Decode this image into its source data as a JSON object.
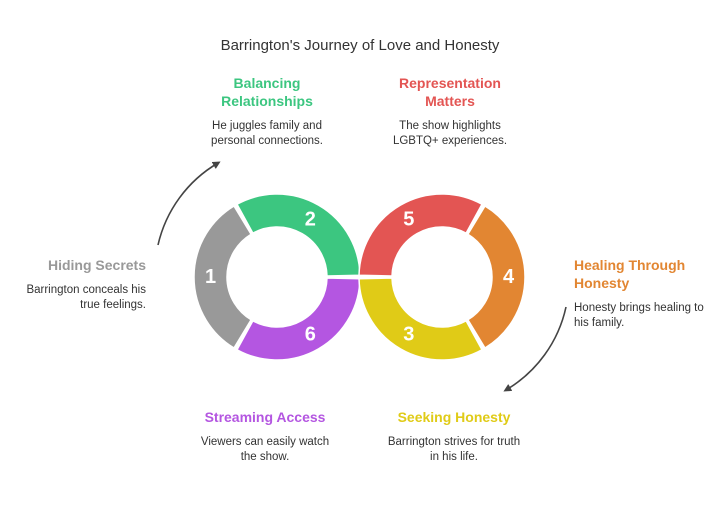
{
  "title": "Barrington's Journey of Love and Honesty",
  "colors": {
    "gray": "#999999",
    "green": "#3cc680",
    "red": "#e35553",
    "orange": "#e28632",
    "yellow": "#e0cb17",
    "purple": "#b456e1",
    "arrow": "#444444"
  },
  "segments": [
    {
      "number": "1",
      "color": "#999999",
      "heading": "Hiding Secrets",
      "description": "Barrington conceals his true feelings."
    },
    {
      "number": "2",
      "color": "#3cc680",
      "heading": "Balancing Relationships",
      "description": "He juggles family and personal connections."
    },
    {
      "number": "3",
      "color": "#e0cb17",
      "heading": "Seeking Honesty",
      "description": "Barrington strives for truth in his life."
    },
    {
      "number": "4",
      "color": "#e28632",
      "heading": "Healing Through Honesty",
      "description": "Honesty brings healing to his family."
    },
    {
      "number": "5",
      "color": "#e35553",
      "heading": "Representation Matters",
      "description": "The show highlights LGBTQ+ experiences."
    },
    {
      "number": "6",
      "color": "#b456e1",
      "heading": "Streaming Access",
      "description": "Viewers can easily watch the show."
    }
  ]
}
